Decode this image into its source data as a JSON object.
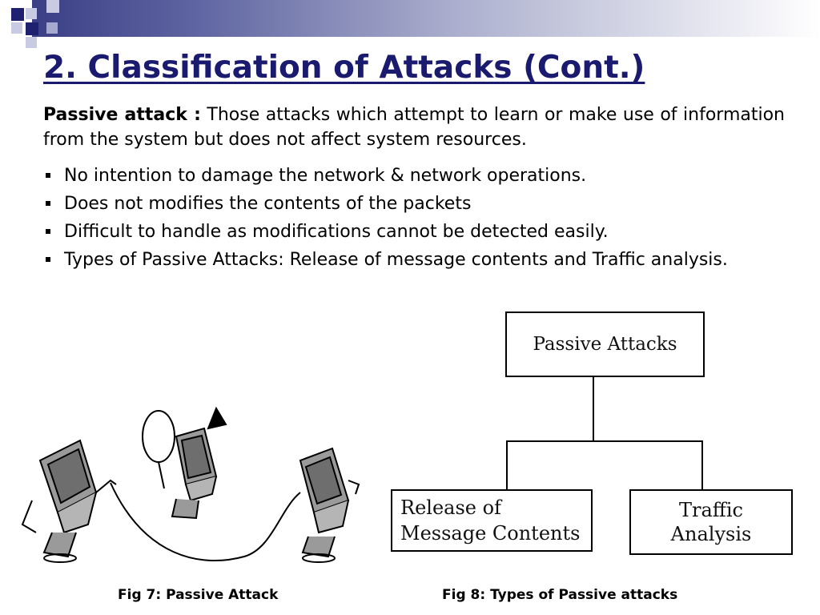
{
  "slide": {
    "title": "2. Classification of Attacks (Cont.)",
    "intro_bold": "Passive attack :",
    "intro_text": " Those attacks which attempt to learn or make use of information from the system but does not affect system resources.",
    "bullets": [
      "No intention to damage the network & network operations.",
      "Does not modifies the contents of the packets",
      "Difficult to handle as modifications cannot be detected easily.",
      "Types of Passive Attacks: Release of message contents and Traffic analysis."
    ]
  },
  "diagram": {
    "root": "Passive Attacks",
    "left_line1": "Release of",
    "left_line2": "Message Contents",
    "right_line1": "Traffic",
    "right_line2": "Analysis"
  },
  "captions": {
    "fig7": "Fig 7: Passive Attack",
    "fig8": "Fig 8: Types of Passive attacks"
  },
  "colors": {
    "title": "#1a1a6e",
    "accent": "#3a3f86"
  }
}
